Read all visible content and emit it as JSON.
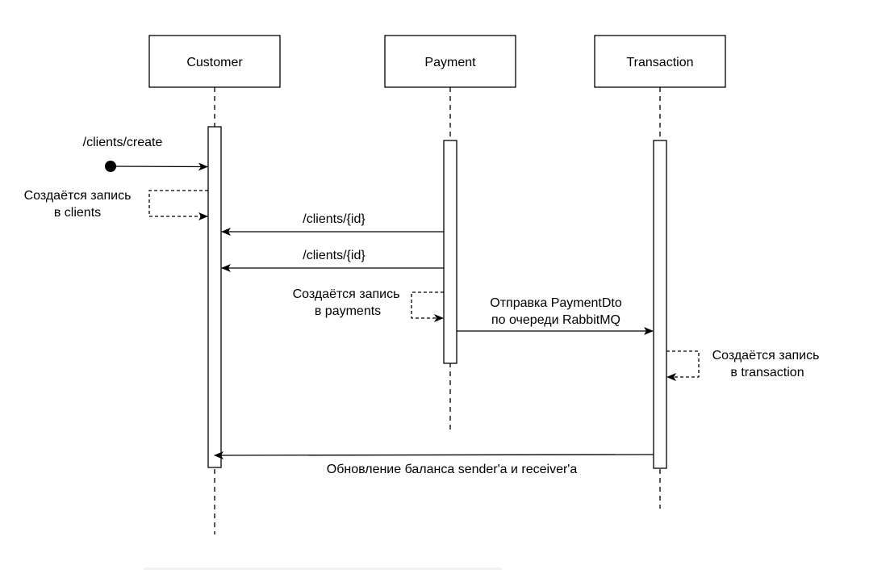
{
  "participants": {
    "customer": "Customer",
    "payment": "Payment",
    "transaction": "Transaction"
  },
  "messages": {
    "create_endpoint": "/clients/create",
    "clients_record_line1": "Создаётся запись",
    "clients_record_line2": "в clients",
    "get_client_1": "/clients/{id}",
    "get_client_2": "/clients/{id}",
    "payments_record_line1": "Создаётся запись",
    "payments_record_line2": "в payments",
    "send_dto_line1": "Отправка PaymentDto",
    "send_dto_line2": "по очереди RabbitMQ",
    "transaction_record_line1": "Создаётся запись",
    "transaction_record_line2": "в transaction",
    "balance_update": "Обновление баланса sender'а и receiver'а"
  }
}
